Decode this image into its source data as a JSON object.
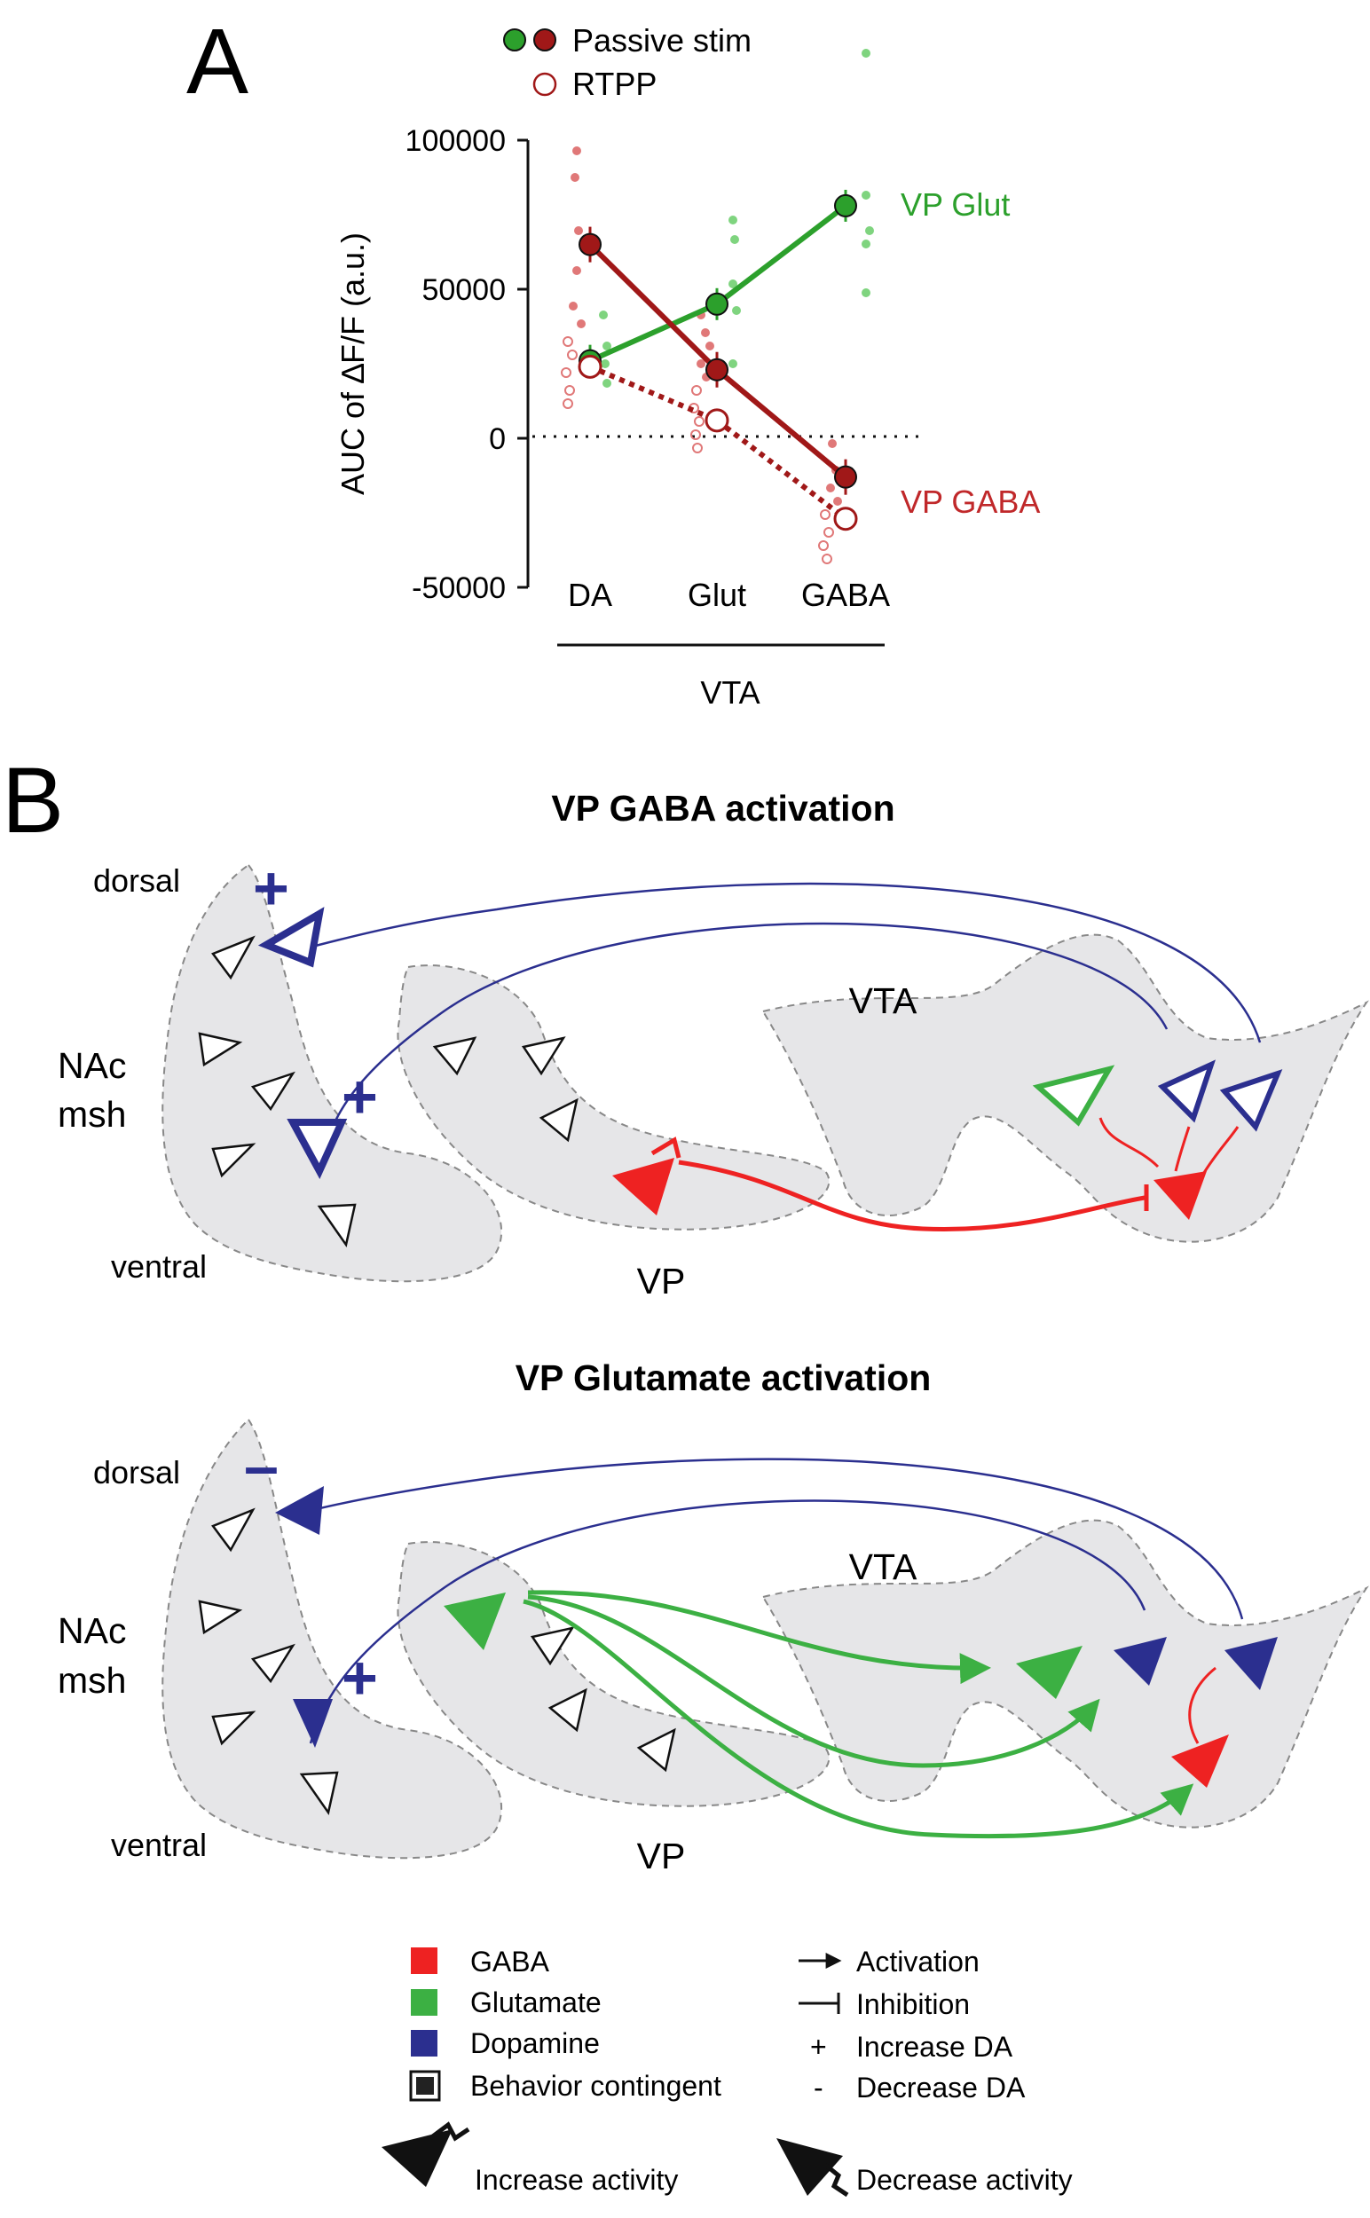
{
  "panelA": {
    "letter": "A",
    "legend": {
      "passive": "Passive stim",
      "rtpp": "RTPP"
    },
    "ylabel": "AUC of ∆F/F (a.u.)",
    "yticks": [
      "100000",
      "50000",
      "0",
      "-50000"
    ],
    "xticks": [
      "DA",
      "Glut",
      "GABA"
    ],
    "group_label": "VTA",
    "series_label_glut": "VP Glut",
    "series_label_gaba": "VP GABA",
    "colors": {
      "glut": "#2ca02c",
      "gaba": "#a01818",
      "rtpp_open": "#a01818",
      "glut_dots": "#7fd47f",
      "gaba_dots": "#e07878"
    }
  },
  "panelB": {
    "letter": "B",
    "top_title": "VP GABA activation",
    "bottom_title": "VP Glutamate activation",
    "region_labels": {
      "dorsal": "dorsal",
      "nac1": "NAc",
      "nac2": "msh",
      "ventral": "ventral",
      "vp": "VP",
      "vta": "VTA"
    },
    "signs": {
      "plus": "+",
      "minus": "–"
    },
    "colors": {
      "gaba": "#ee2222",
      "glutamate": "#3cb043",
      "dopamine": "#2b2f8f",
      "region": "#e6e6e8"
    }
  },
  "legend": {
    "gaba": "GABA",
    "glutamate": "Glutamate",
    "dopamine": "Dopamine",
    "behavior": "Behavior contingent",
    "activation": "Activation",
    "inhibition": "Inhibition",
    "increase_da": "Increase DA",
    "decrease_da": "Decrease DA",
    "increase_symbol": "+",
    "decrease_symbol": "-",
    "increase_activity": "Increase activity",
    "decrease_activity": "Decrease activity"
  },
  "chart_data": {
    "type": "line",
    "categories": [
      "DA",
      "Glut",
      "GABA"
    ],
    "xlabel": "VTA",
    "ylabel": "AUC of ∆F/F (a.u.)",
    "ylim": [
      -50000,
      100000
    ],
    "series": [
      {
        "name": "VP Glut",
        "style": "Passive stim",
        "values": [
          26000,
          45000,
          78000
        ]
      },
      {
        "name": "VP GABA",
        "style": "Passive stim",
        "values": [
          65000,
          23000,
          -13000
        ]
      },
      {
        "name": "RTPP",
        "style": "RTPP",
        "values": [
          24000,
          6000,
          -27000
        ]
      }
    ]
  }
}
